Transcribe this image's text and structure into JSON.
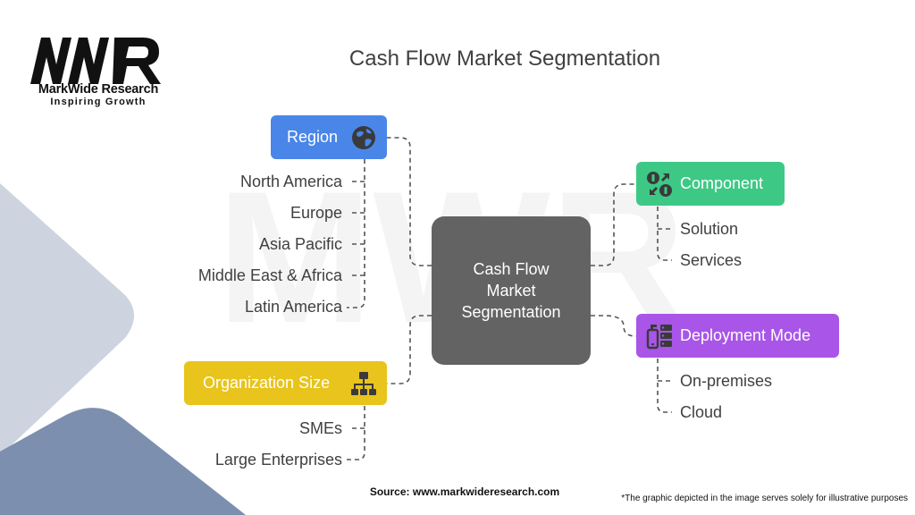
{
  "brand": {
    "name": "MarkWide Research",
    "tagline": "Inspiring Growth",
    "logo_letters": "MWR"
  },
  "title": "Cash Flow Market Segmentation",
  "center": {
    "lines": [
      "Cash Flow",
      "Market",
      "Segmentation"
    ]
  },
  "segments": {
    "region": {
      "label": "Region",
      "icon": "globe-icon",
      "color": "#4a86e8",
      "items": [
        "North America",
        "Europe",
        "Asia Pacific",
        "Middle East & Africa",
        "Latin America"
      ]
    },
    "organization_size": {
      "label": "Organization Size",
      "icon": "hierarchy-icon",
      "color": "#e8c41c",
      "items": [
        "SMEs",
        "Large Enterprises"
      ]
    },
    "component": {
      "label": "Component",
      "icon": "exchange-icon",
      "color": "#3dc985",
      "items": [
        "Solution",
        "Services"
      ]
    },
    "deployment_mode": {
      "label": "Deployment Mode",
      "icon": "devices-icon",
      "color": "#a855e8",
      "items": [
        "On-premises",
        "Cloud"
      ]
    }
  },
  "source": "Source: www.markwideresearch.com",
  "disclaimer": "*The graphic depicted in the image serves solely for illustrative purposes"
}
